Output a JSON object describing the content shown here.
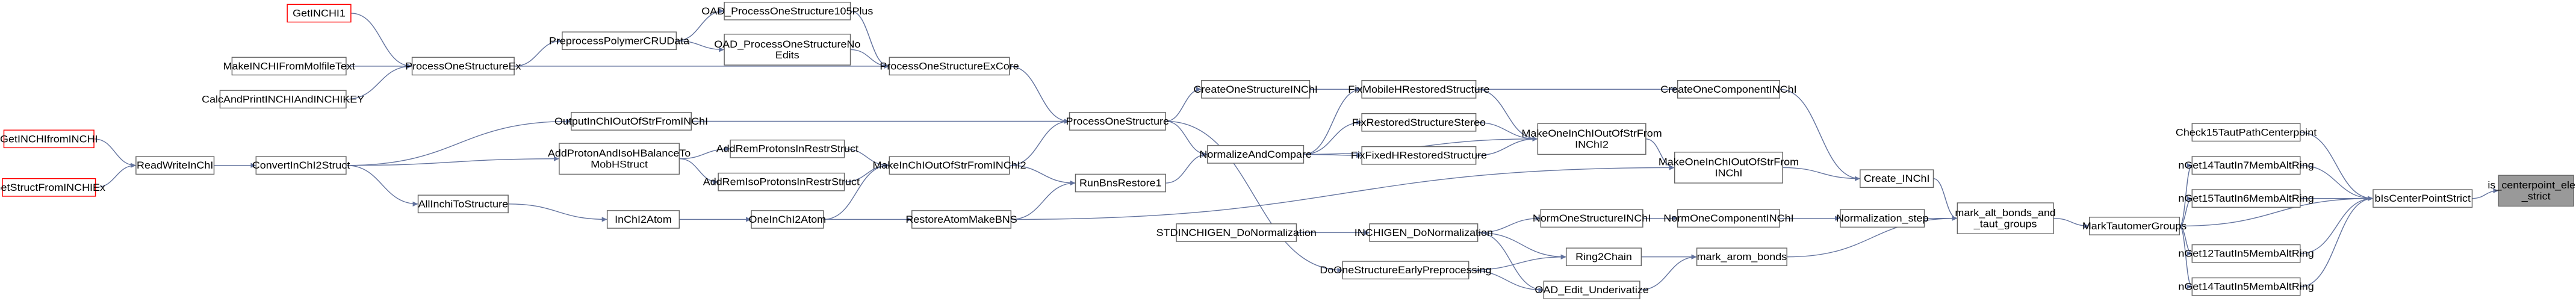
{
  "colors": {
    "edge": "#63739e",
    "node_fill": "#ffffff",
    "node_border": "#666666",
    "highlight_border": "#ff0000",
    "focus_fill": "#999999",
    "focus_border": "#666666"
  },
  "nodes": [
    {
      "id": "is_centerpoint_elem_strict",
      "label": "is_centerpoint_elem\n_strict",
      "kind": "focus"
    },
    {
      "id": "bIsCenterPointStrict",
      "label": "bIsCenterPointStrict"
    },
    {
      "id": "Check15TautPathCenterpoint",
      "label": "Check15TautPathCenterpoint"
    },
    {
      "id": "nGet14TautIn7MembAltRing",
      "label": "nGet14TautIn7MembAltRing"
    },
    {
      "id": "nGet15TautIn6MembAltRing",
      "label": "nGet15TautIn6MembAltRing"
    },
    {
      "id": "nGet12TautIn5MembAltRing",
      "label": "nGet12TautIn5MembAltRing"
    },
    {
      "id": "nGet14TautIn5MembAltRing",
      "label": "nGet14TautIn5MembAltRing"
    },
    {
      "id": "MarkTautomerGroups",
      "label": "MarkTautomerGroups"
    },
    {
      "id": "mark_alt_bonds_and_taut_groups",
      "label": "mark_alt_bonds_and\n_taut_groups"
    },
    {
      "id": "Create_INChI",
      "label": "Create_INChI"
    },
    {
      "id": "Normalization_step",
      "label": "Normalization_step"
    },
    {
      "id": "mark_arom_bonds",
      "label": "mark_arom_bonds"
    },
    {
      "id": "CreateOneComponentINChI",
      "label": "CreateOneComponentINChI"
    },
    {
      "id": "MakeOneInChIOutOfStrFromINChI",
      "label": "MakeOneInChIOutOfStrFrom\nINChI"
    },
    {
      "id": "NormOneComponentINChI",
      "label": "NormOneComponentINChI"
    },
    {
      "id": "Ring2Chain",
      "label": "Ring2Chain"
    },
    {
      "id": "OAD_Edit_Underivatize",
      "label": "OAD_Edit_Underivatize"
    },
    {
      "id": "CreateOneStructureINChI",
      "label": "CreateOneStructureINChI"
    },
    {
      "id": "MakeOneInChIOutOfStrFromINChI2",
      "label": "MakeOneInChIOutOfStrFrom\nINChI2"
    },
    {
      "id": "NormOneStructureINChI",
      "label": "NormOneStructureINChI"
    },
    {
      "id": "INCHIGEN_DoNormalization",
      "label": "INCHIGEN_DoNormalization"
    },
    {
      "id": "DoOneStructureEarlyPreprocessing",
      "label": "DoOneStructureEarlyPreprocessing"
    },
    {
      "id": "STDINCHIGEN_DoNormalization",
      "label": "STDINCHIGEN_DoNormalization"
    },
    {
      "id": "FixMobileHRestoredStructure",
      "label": "FixMobileHRestoredStructure"
    },
    {
      "id": "FixRestoredStructureStereo",
      "label": "FixRestoredStructureStereo"
    },
    {
      "id": "FixFixedHRestoredStructure",
      "label": "FixFixedHRestoredStructure"
    },
    {
      "id": "NormalizeAndCompare",
      "label": "NormalizeAndCompare"
    },
    {
      "id": "ProcessOneStructure",
      "label": "ProcessOneStructure"
    },
    {
      "id": "RunBnsRestore1",
      "label": "RunBnsRestore1"
    },
    {
      "id": "RestoreAtomMakeBNS",
      "label": "RestoreAtomMakeBNS"
    },
    {
      "id": "MakeInChIOutOfStrFromINChI2",
      "label": "MakeInChIOutOfStrFromINChI2"
    },
    {
      "id": "ProcessOneStructureExCore",
      "label": "ProcessOneStructureExCore"
    },
    {
      "id": "OAD_ProcessOneStructure105Plus",
      "label": "OAD_ProcessOneStructure105Plus"
    },
    {
      "id": "OAD_ProcessOneStructureNoEdits",
      "label": "OAD_ProcessOneStructureNo\nEdits"
    },
    {
      "id": "OutputInChIOutOfStrFromINChI",
      "label": "OutputInChIOutOfStrFromINChI"
    },
    {
      "id": "AddRemProtonsInRestrStruct",
      "label": "AddRemProtonsInRestrStruct"
    },
    {
      "id": "AddRemIsoProtonsInRestrStruct",
      "label": "AddRemIsoProtonsInRestrStruct"
    },
    {
      "id": "OneInChI2Atom",
      "label": "OneInChI2Atom"
    },
    {
      "id": "AddProtonAndIsoHBalanceToMobHStruct",
      "label": "AddProtonAndIsoHBalanceTo\nMobHStruct"
    },
    {
      "id": "InChI2Atom",
      "label": "InChI2Atom"
    },
    {
      "id": "PreprocessPolymerCRUData",
      "label": "PreprocessPolymerCRUData"
    },
    {
      "id": "ProcessOneStructureEx",
      "label": "ProcessOneStructureEx"
    },
    {
      "id": "ConvertInChI2Struct",
      "label": "ConvertInChI2Struct"
    },
    {
      "id": "AllInchiToStructure",
      "label": "AllInchiToStructure"
    },
    {
      "id": "GetINCHI1",
      "label": "GetINCHI1",
      "kind": "highlight"
    },
    {
      "id": "MakeINCHIFromMolfileText",
      "label": "MakeINCHIFromMolfileText"
    },
    {
      "id": "CalcAndPrintINCHIAndINCHIKEY",
      "label": "CalcAndPrintINCHIAndINCHIKEY"
    },
    {
      "id": "ReadWriteInChI",
      "label": "ReadWriteInChI"
    },
    {
      "id": "GetINCHIfromINCHI",
      "label": "GetINCHIfromINCHI",
      "kind": "highlight"
    },
    {
      "id": "GetStructFromINCHIEx",
      "label": "GetStructFromINCHIEx",
      "kind": "highlight"
    }
  ],
  "edges": [
    [
      "bIsCenterPointStrict",
      "is_centerpoint_elem_strict"
    ],
    [
      "Check15TautPathCenterpoint",
      "bIsCenterPointStrict"
    ],
    [
      "nGet14TautIn7MembAltRing",
      "bIsCenterPointStrict"
    ],
    [
      "nGet15TautIn6MembAltRing",
      "bIsCenterPointStrict"
    ],
    [
      "MarkTautomerGroups",
      "bIsCenterPointStrict"
    ],
    [
      "nGet12TautIn5MembAltRing",
      "bIsCenterPointStrict"
    ],
    [
      "nGet14TautIn5MembAltRing",
      "bIsCenterPointStrict"
    ],
    [
      "MarkTautomerGroups",
      "nGet14TautIn7MembAltRing"
    ],
    [
      "MarkTautomerGroups",
      "nGet15TautIn6MembAltRing"
    ],
    [
      "MarkTautomerGroups",
      "nGet12TautIn5MembAltRing"
    ],
    [
      "MarkTautomerGroups",
      "nGet14TautIn5MembAltRing"
    ],
    [
      "mark_alt_bonds_and_taut_groups",
      "MarkTautomerGroups"
    ],
    [
      "Create_INChI",
      "mark_alt_bonds_and_taut_groups"
    ],
    [
      "Normalization_step",
      "mark_alt_bonds_and_taut_groups"
    ],
    [
      "mark_arom_bonds",
      "mark_alt_bonds_and_taut_groups"
    ],
    [
      "CreateOneComponentINChI",
      "Create_INChI"
    ],
    [
      "MakeOneInChIOutOfStrFromINChI",
      "Create_INChI"
    ],
    [
      "NormOneComponentINChI",
      "Normalization_step"
    ],
    [
      "Ring2Chain",
      "mark_arom_bonds"
    ],
    [
      "OAD_Edit_Underivatize",
      "mark_arom_bonds"
    ],
    [
      "CreateOneStructureINChI",
      "CreateOneComponentINChI"
    ],
    [
      "MakeOneInChIOutOfStrFromINChI2",
      "MakeOneInChIOutOfStrFromINChI"
    ],
    [
      "NormOneStructureINChI",
      "NormOneComponentINChI"
    ],
    [
      "INCHIGEN_DoNormalization",
      "NormOneStructureINChI"
    ],
    [
      "INCHIGEN_DoNormalization",
      "Ring2Chain"
    ],
    [
      "INCHIGEN_DoNormalization",
      "OAD_Edit_Underivatize"
    ],
    [
      "DoOneStructureEarlyPreprocessing",
      "Ring2Chain"
    ],
    [
      "DoOneStructureEarlyPreprocessing",
      "OAD_Edit_Underivatize"
    ],
    [
      "STDINCHIGEN_DoNormalization",
      "INCHIGEN_DoNormalization"
    ],
    [
      "FixMobileHRestoredStructure",
      "MakeOneInChIOutOfStrFromINChI2"
    ],
    [
      "FixRestoredStructureStereo",
      "MakeOneInChIOutOfStrFromINChI2"
    ],
    [
      "FixFixedHRestoredStructure",
      "MakeOneInChIOutOfStrFromINChI2"
    ],
    [
      "NormalizeAndCompare",
      "MakeOneInChIOutOfStrFromINChI2"
    ],
    [
      "NormalizeAndCompare",
      "FixMobileHRestoredStructure"
    ],
    [
      "NormalizeAndCompare",
      "FixRestoredStructureStereo"
    ],
    [
      "NormalizeAndCompare",
      "FixFixedHRestoredStructure"
    ],
    [
      "ProcessOneStructure",
      "CreateOneStructureINChI"
    ],
    [
      "ProcessOneStructure",
      "NormalizeAndCompare"
    ],
    [
      "ProcessOneStructure",
      "DoOneStructureEarlyPreprocessing"
    ],
    [
      "RunBnsRestore1",
      "NormalizeAndCompare"
    ],
    [
      "RestoreAtomMakeBNS",
      "RunBnsRestore1"
    ],
    [
      "RestoreAtomMakeBNS",
      "MakeOneInChIOutOfStrFromINChI"
    ],
    [
      "MakeInChIOutOfStrFromINChI2",
      "ProcessOneStructure"
    ],
    [
      "MakeInChIOutOfStrFromINChI2",
      "RunBnsRestore1"
    ],
    [
      "ProcessOneStructureExCore",
      "ProcessOneStructure"
    ],
    [
      "OAD_ProcessOneStructure105Plus",
      "ProcessOneStructureExCore"
    ],
    [
      "OAD_ProcessOneStructureNoEdits",
      "ProcessOneStructureExCore"
    ],
    [
      "OutputInChIOutOfStrFromINChI",
      "ProcessOneStructure"
    ],
    [
      "AddRemProtonsInRestrStruct",
      "MakeInChIOutOfStrFromINChI2"
    ],
    [
      "AddRemIsoProtonsInRestrStruct",
      "MakeInChIOutOfStrFromINChI2"
    ],
    [
      "OneInChI2Atom",
      "MakeInChIOutOfStrFromINChI2"
    ],
    [
      "OneInChI2Atom",
      "RestoreAtomMakeBNS"
    ],
    [
      "AddProtonAndIsoHBalanceToMobHStruct",
      "AddRemProtonsInRestrStruct"
    ],
    [
      "AddProtonAndIsoHBalanceToMobHStruct",
      "AddRemIsoProtonsInRestrStruct"
    ],
    [
      "InChI2Atom",
      "OneInChI2Atom"
    ],
    [
      "PreprocessPolymerCRUData",
      "OAD_ProcessOneStructure105Plus"
    ],
    [
      "PreprocessPolymerCRUData",
      "OAD_ProcessOneStructureNoEdits"
    ],
    [
      "ProcessOneStructureEx",
      "PreprocessPolymerCRUData"
    ],
    [
      "ProcessOneStructureEx",
      "ProcessOneStructureExCore"
    ],
    [
      "ConvertInChI2Struct",
      "OutputInChIOutOfStrFromINChI"
    ],
    [
      "ConvertInChI2Struct",
      "AddProtonAndIsoHBalanceToMobHStruct"
    ],
    [
      "ConvertInChI2Struct",
      "AllInchiToStructure"
    ],
    [
      "AllInchiToStructure",
      "InChI2Atom"
    ],
    [
      "GetINCHI1",
      "ProcessOneStructureEx"
    ],
    [
      "MakeINCHIFromMolfileText",
      "ProcessOneStructureEx"
    ],
    [
      "CalcAndPrintINCHIAndINCHIKEY",
      "ProcessOneStructureEx"
    ],
    [
      "ReadWriteInChI",
      "ConvertInChI2Struct"
    ],
    [
      "GetINCHIfromINCHI",
      "ReadWriteInChI"
    ],
    [
      "GetStructFromINCHIEx",
      "ReadWriteInChI"
    ]
  ]
}
